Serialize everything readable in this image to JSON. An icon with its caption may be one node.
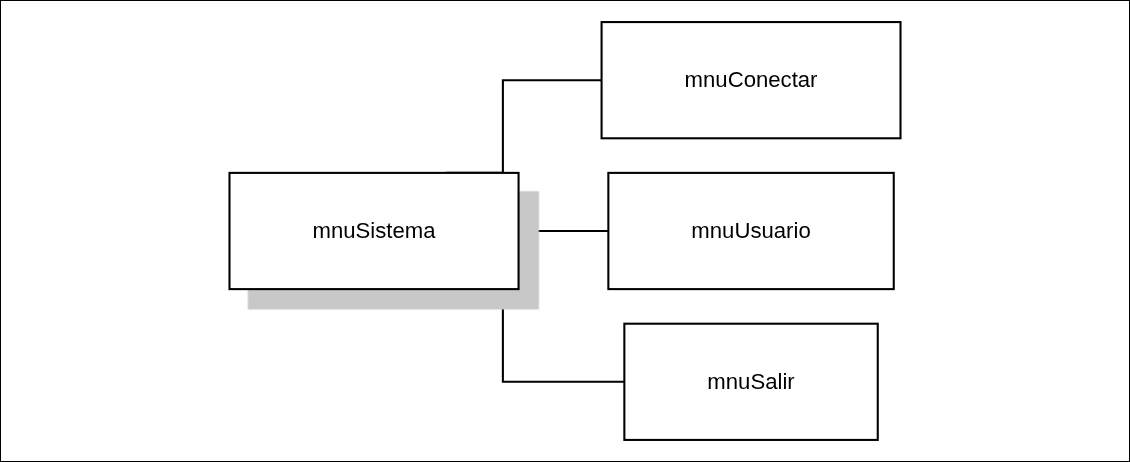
{
  "diagram": {
    "nodes": [
      {
        "text": [
          "mnuSistema"
        ]
      },
      {
        "text": [
          "mnuConectar"
        ]
      },
      {
        "text": [
          "mnuUsuario"
        ]
      },
      {
        "text": [
          "mnuSalir"
        ]
      }
    ],
    "edges": [
      {
        "from": 0,
        "to": 1,
        "arrow": "none"
      },
      {
        "from": 0,
        "to": 2,
        "arrow": "none"
      },
      {
        "from": 0,
        "to": 3,
        "arrow": "none"
      }
    ]
  }
}
